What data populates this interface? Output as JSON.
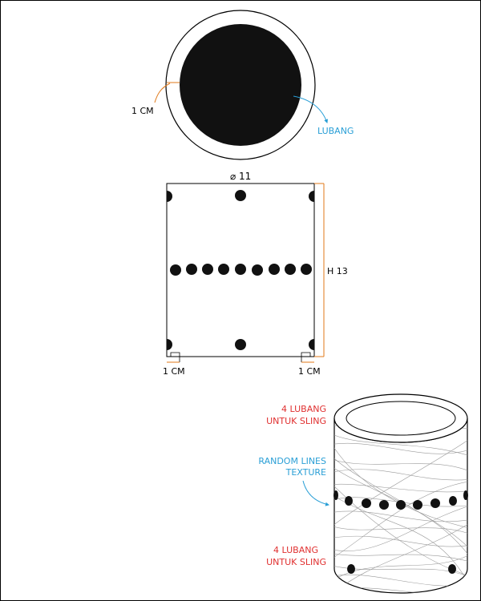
{
  "colors": {
    "line": "#000000",
    "fill": "#111111",
    "dimension_orange": "#e07a1a",
    "label_blue": "#2a9fd6",
    "label_red": "#e03030",
    "texture": "#9a9a9a"
  },
  "top_view": {
    "thickness_label": "1 CM",
    "hole_label": "LUBANG"
  },
  "elevation": {
    "diameter_label": "⌀ 11",
    "height_label": "H 13",
    "left_offset_label": "1 CM",
    "right_offset_label": "1 CM"
  },
  "perspective": {
    "top_sling_line1": "4 LUBANG",
    "top_sling_line2": "UNTUK SLING",
    "texture_line1": "RANDOM LINES",
    "texture_line2": "TEXTURE",
    "bottom_sling_line1": "4 LUBANG",
    "bottom_sling_line2": "UNTUK SLING"
  }
}
